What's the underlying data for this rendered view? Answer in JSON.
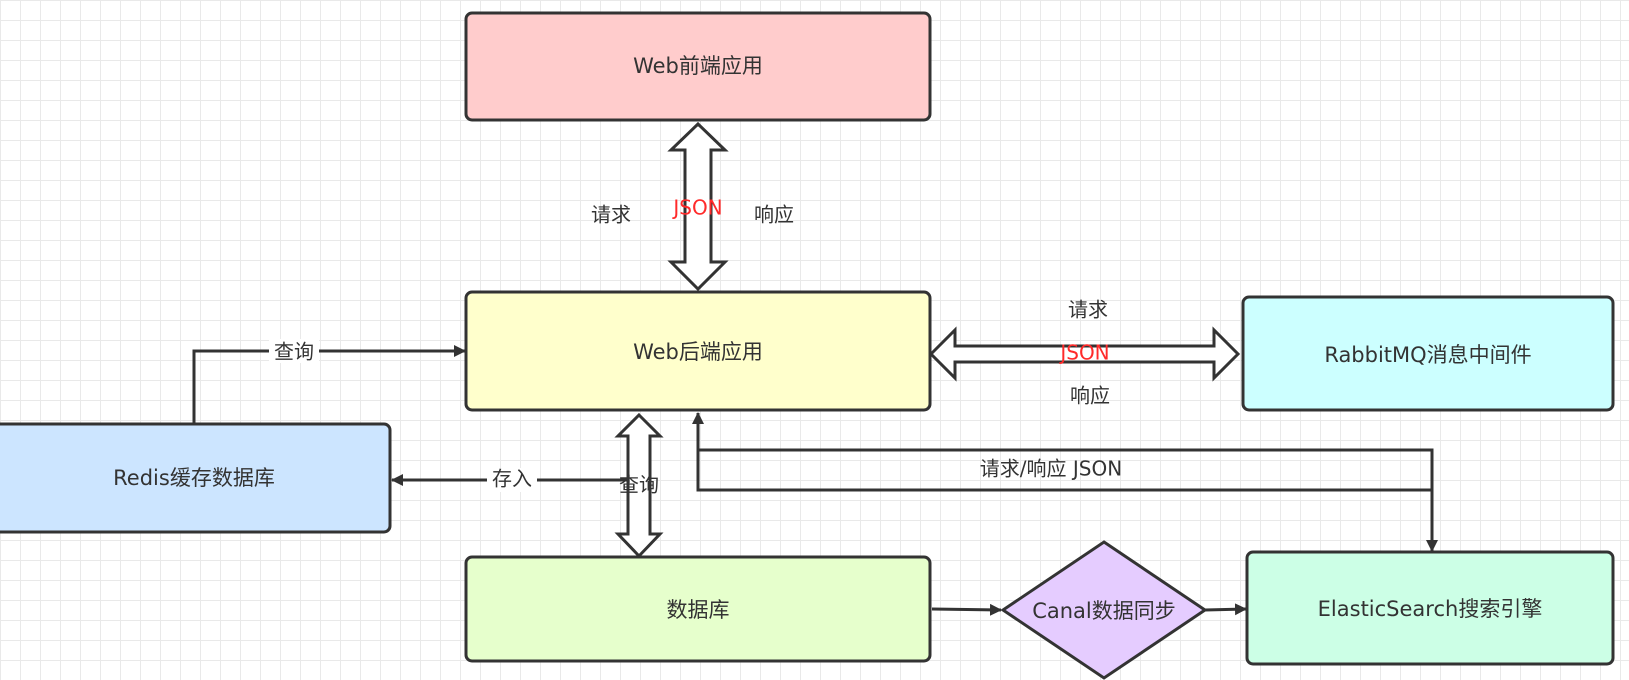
{
  "nodes": {
    "web_frontend": {
      "label": "Web前端应用",
      "color": "#ffcccc"
    },
    "web_backend": {
      "label": "Web后端应用",
      "color": "#ffffcc"
    },
    "rabbitmq": {
      "label": "RabbitMQ消息中间件",
      "color": "#ccffff"
    },
    "redis": {
      "label": "Redis缓存数据库",
      "color": "#cce5ff"
    },
    "database": {
      "label": "数据库",
      "color": "#e6ffcc"
    },
    "canal": {
      "label": "Canal数据同步",
      "color": "#e5ccff"
    },
    "elasticsearch": {
      "label": "ElasticSearch搜索引擎",
      "color": "#ccffe6"
    }
  },
  "edges": {
    "frontend_backend": {
      "request": "请求",
      "payload": "JSON",
      "response": "响应"
    },
    "backend_rabbitmq": {
      "request": "请求",
      "payload": "JSON",
      "response": "响应"
    },
    "redis_to_backend": {
      "label": "查询"
    },
    "backend_to_redis": {
      "label": "存入"
    },
    "backend_database": {
      "label": "查询"
    },
    "backend_elasticsearch": {
      "label": "请求/响应 JSON"
    }
  },
  "colors": {
    "stroke": "#333333",
    "accent_text": "#ff2a2a"
  }
}
